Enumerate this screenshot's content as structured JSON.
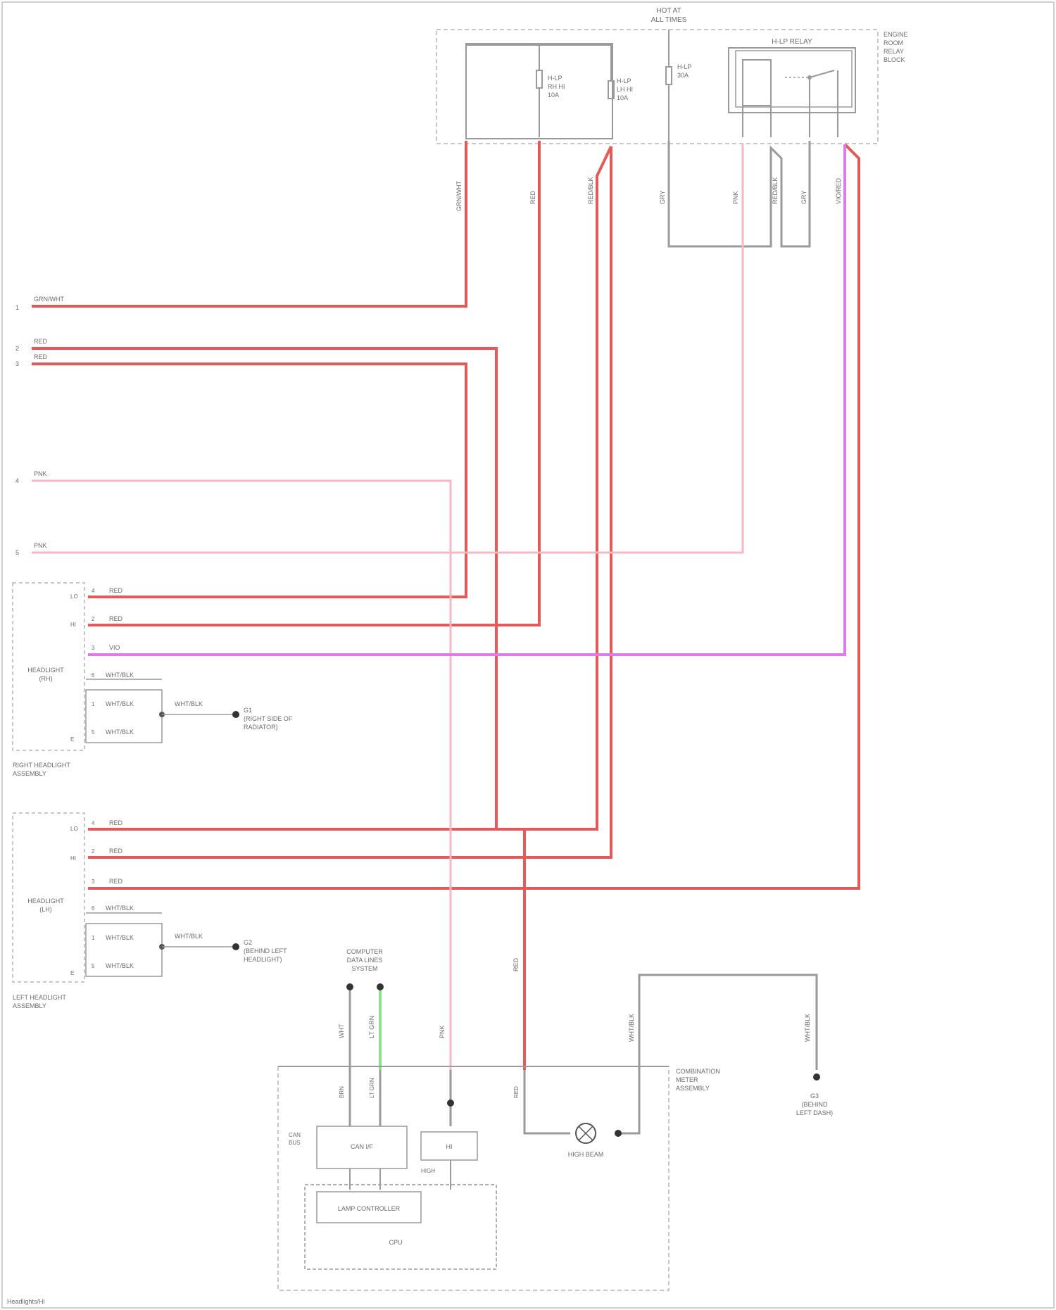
{
  "header": {
    "fuse_block_label": [
      "HOT AT",
      "ALL TIMES"
    ],
    "fuse_block_title": [
      "ENGINE",
      "ROOM",
      "RELAY",
      "BLOCK"
    ],
    "relay_label": "H-LP RELAY",
    "fuses": [
      {
        "name": "H-LP LH",
        "lines": [
          "H-LP",
          "RH HI",
          "10A"
        ]
      },
      {
        "name": "H-LP RH",
        "lines": [
          "H-LP",
          "LH HI",
          "10A"
        ]
      },
      {
        "name": "H-LP",
        "lines": [
          "H-LP",
          "30A"
        ]
      }
    ]
  },
  "wire_labels": {
    "top_drop_1": "GRN/WHT",
    "top_drop_2": "RED",
    "top_drop_3": "RED/BLK",
    "top_drop_4": "GRY",
    "top_drop_5": "PNK",
    "top_drop_6": "RED/BLK",
    "top_drop_7": "GRY",
    "top_drop_8": "VIO/RED"
  },
  "left_terminals": [
    {
      "pin": "1",
      "wire": "GRN/WHT"
    },
    {
      "pin": "2",
      "wire": "RED"
    },
    {
      "pin": "3",
      "wire": "RED"
    },
    {
      "pin": "4",
      "wire": "PNK"
    },
    {
      "pin": "5",
      "wire": "PNK"
    }
  ],
  "right_headlight": {
    "title": [
      "HEADLIGHT",
      "(RH)"
    ],
    "assembly_label": [
      "RIGHT HEADLIGHT",
      "ASSEMBLY"
    ],
    "pins": [
      {
        "pin": "4",
        "label": "LO",
        "wire": "RED"
      },
      {
        "pin": "2",
        "label": "HI",
        "wire": "RED"
      },
      {
        "pin": "3",
        "label": "",
        "wire": "VIO"
      },
      {
        "pin": "6",
        "label": "",
        "wire": "WHT/BLK"
      },
      {
        "pin": "1",
        "label": "",
        "wire": "WHT/BLK"
      },
      {
        "pin": "5",
        "label": "E",
        "wire": "WHT/BLK"
      }
    ],
    "ground_wire": "WHT/BLK",
    "ground_label": [
      "G1",
      "(RIGHT SIDE OF",
      "RADIATOR)"
    ]
  },
  "left_headlight": {
    "title": [
      "HEADLIGHT",
      "(LH)"
    ],
    "assembly_label": [
      "LEFT HEADLIGHT",
      "ASSEMBLY"
    ],
    "pins": [
      {
        "pin": "4",
        "label": "LO",
        "wire": "RED"
      },
      {
        "pin": "2",
        "label": "HI",
        "wire": "RED"
      },
      {
        "pin": "3",
        "label": "",
        "wire": "RED"
      },
      {
        "pin": "6",
        "label": "",
        "wire": "WHT/BLK"
      },
      {
        "pin": "1",
        "label": "",
        "wire": "WHT/BLK"
      },
      {
        "pin": "5",
        "label": "E",
        "wire": "WHT/BLK"
      }
    ],
    "ground_wire": "WHT/BLK",
    "ground_label": [
      "G2",
      "(BEHIND LEFT",
      "HEADLIGHT)"
    ]
  },
  "bottom": {
    "comm_label": [
      "COMPUTER",
      "DATA LINES",
      "SYSTEM"
    ],
    "meter_label": [
      "COMBINATION",
      "METER",
      "ASSEMBLY"
    ],
    "ground_label": [
      "G3",
      "(BEHIND",
      "LEFT DASH)"
    ],
    "ground_wire": "WHT/BLK",
    "wires": [
      "WHT",
      "LT GRN",
      "PNK",
      "RED",
      "WHT/BLK"
    ],
    "sub_wires": [
      "BRN",
      "LT GRN",
      "RED"
    ],
    "can_box": "CAN I/F",
    "hi_box": "HI",
    "cpu_label": "LAMP CONTROLLER",
    "ecu_label": "CPU",
    "indicator": "HIGH BEAM",
    "side_label": [
      "CAN",
      "BUS"
    ],
    "high_label": "HIGH"
  },
  "footer": "Headlights/Hi"
}
